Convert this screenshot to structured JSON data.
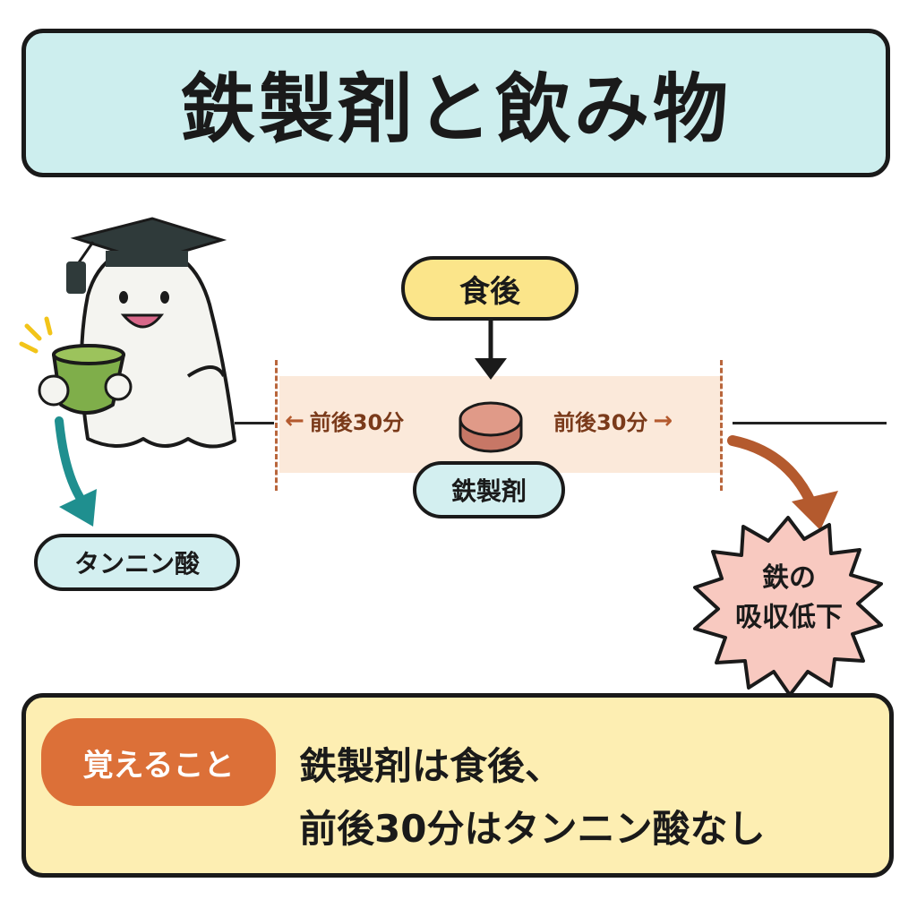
{
  "title": "鉄製剤と飲み物",
  "diagram": {
    "meal_label": "食後",
    "iron_label": "鉄製剤",
    "range_left": "前後30分",
    "range_right": "前後30分",
    "tannin_label": "タンニン酸",
    "effect_line1": "鉄の",
    "effect_line2": "吸収低下"
  },
  "memo": {
    "badge": "覚えること",
    "line1": "鉄製剤は食後、",
    "line2": "前後30分はタンニン酸なし"
  },
  "colors": {
    "title_bg": "#cdeeee",
    "meal_bg": "#fbe58a",
    "iron_bg": "#d3eff0",
    "band": "#fbe7d6",
    "arrow_brown": "#b45a2e",
    "arrow_teal": "#1f8f8f",
    "burst": "#f8c9c0",
    "memo_bg": "#fdeeb2",
    "badge": "#dc7038"
  },
  "icons": [
    "graduation-cap-icon",
    "ghost-mascot-icon",
    "green-tea-cup-icon",
    "tablet-icon",
    "down-arrow-icon",
    "curved-arrow-icon",
    "burst-icon"
  ]
}
